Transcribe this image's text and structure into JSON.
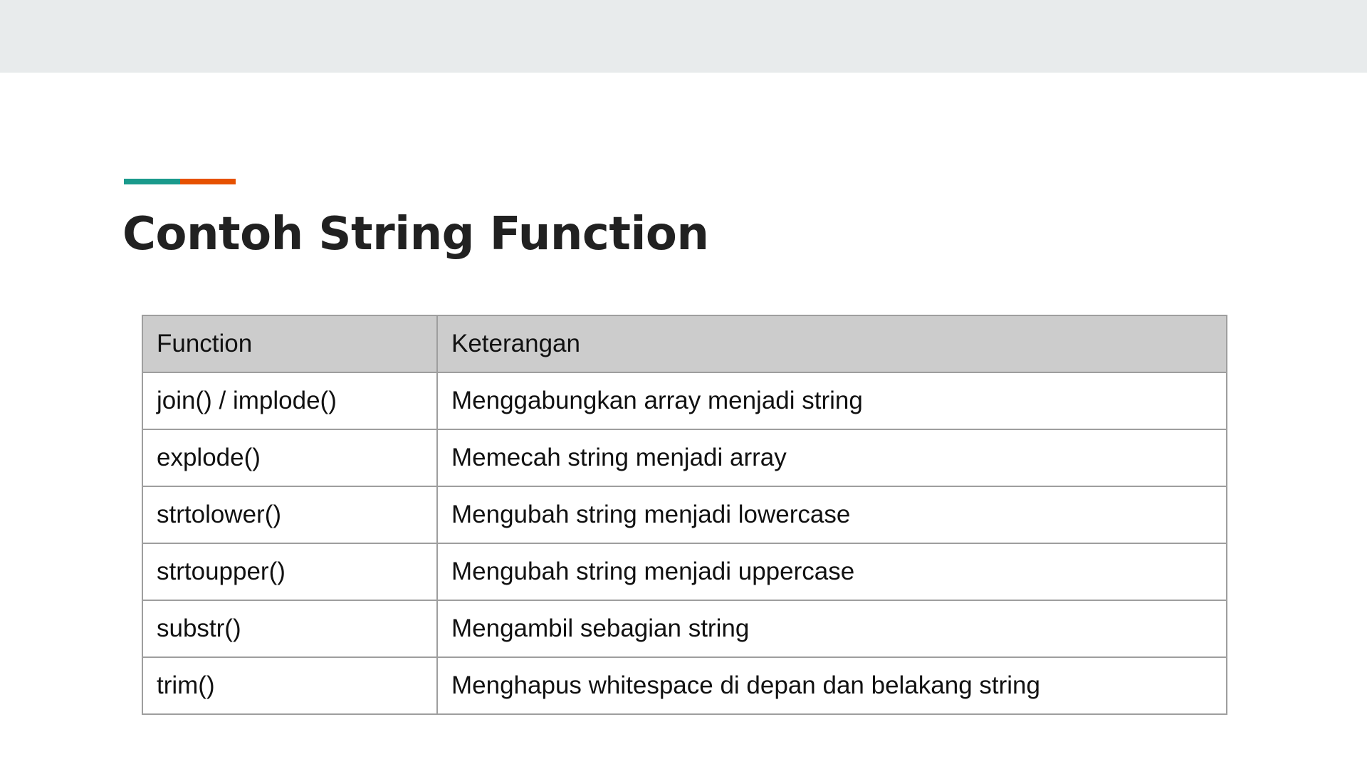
{
  "slide": {
    "title": "Contoh String Function",
    "accent_colors": [
      "#1a9a8c",
      "#e65100"
    ],
    "top_band_color": "#e8ebec"
  },
  "table": {
    "headers": [
      "Function",
      "Keterangan"
    ],
    "rows": [
      [
        "join() / implode()",
        "Menggabungkan array menjadi string"
      ],
      [
        "explode()",
        "Memecah string menjadi array"
      ],
      [
        "strtolower()",
        "Mengubah string menjadi lowercase"
      ],
      [
        "strtoupper()",
        "Mengubah string menjadi uppercase"
      ],
      [
        "substr()",
        "Mengambil sebagian string"
      ],
      [
        "trim()",
        "Menghapus whitespace di depan dan belakang string"
      ]
    ]
  }
}
